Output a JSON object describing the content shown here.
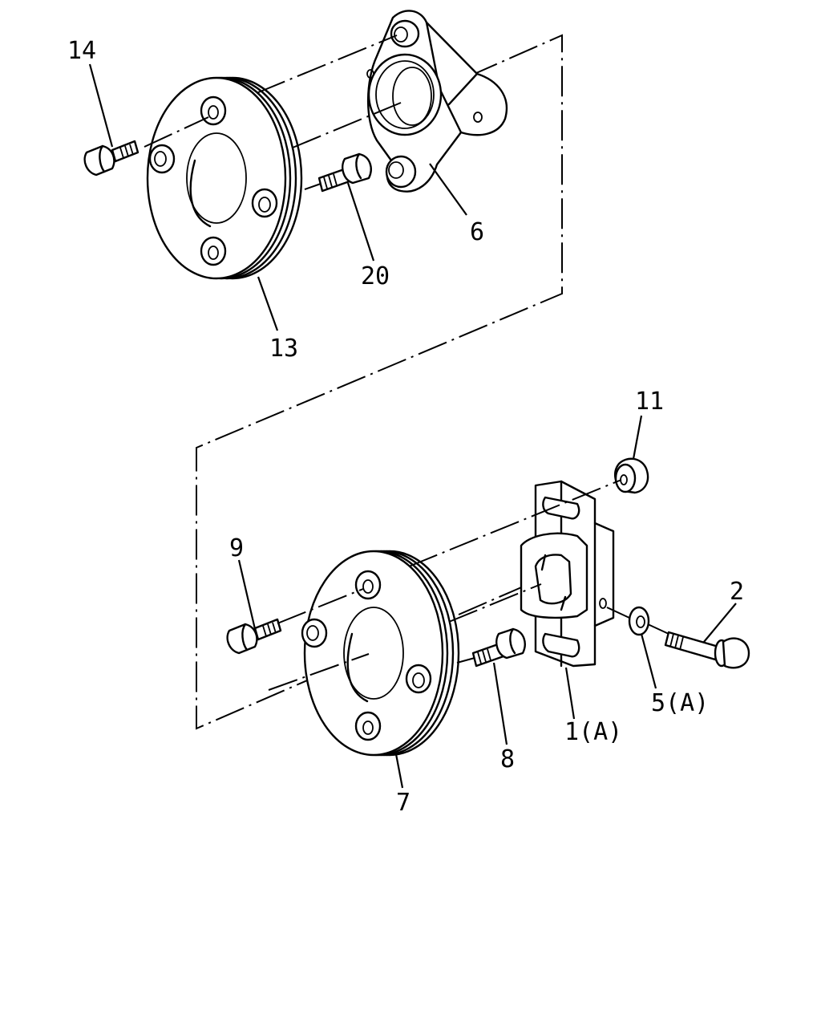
{
  "callouts": [
    {
      "id": "14",
      "text": "14"
    },
    {
      "id": "6",
      "text": "6"
    },
    {
      "id": "20",
      "text": "20"
    },
    {
      "id": "13",
      "text": "13"
    },
    {
      "id": "11",
      "text": "11"
    },
    {
      "id": "9",
      "text": "9"
    },
    {
      "id": "2",
      "text": "2"
    },
    {
      "id": "5a",
      "text": "5(A)"
    },
    {
      "id": "1a",
      "text": "1(A)"
    },
    {
      "id": "8",
      "text": "8"
    },
    {
      "id": "7",
      "text": "7"
    }
  ]
}
